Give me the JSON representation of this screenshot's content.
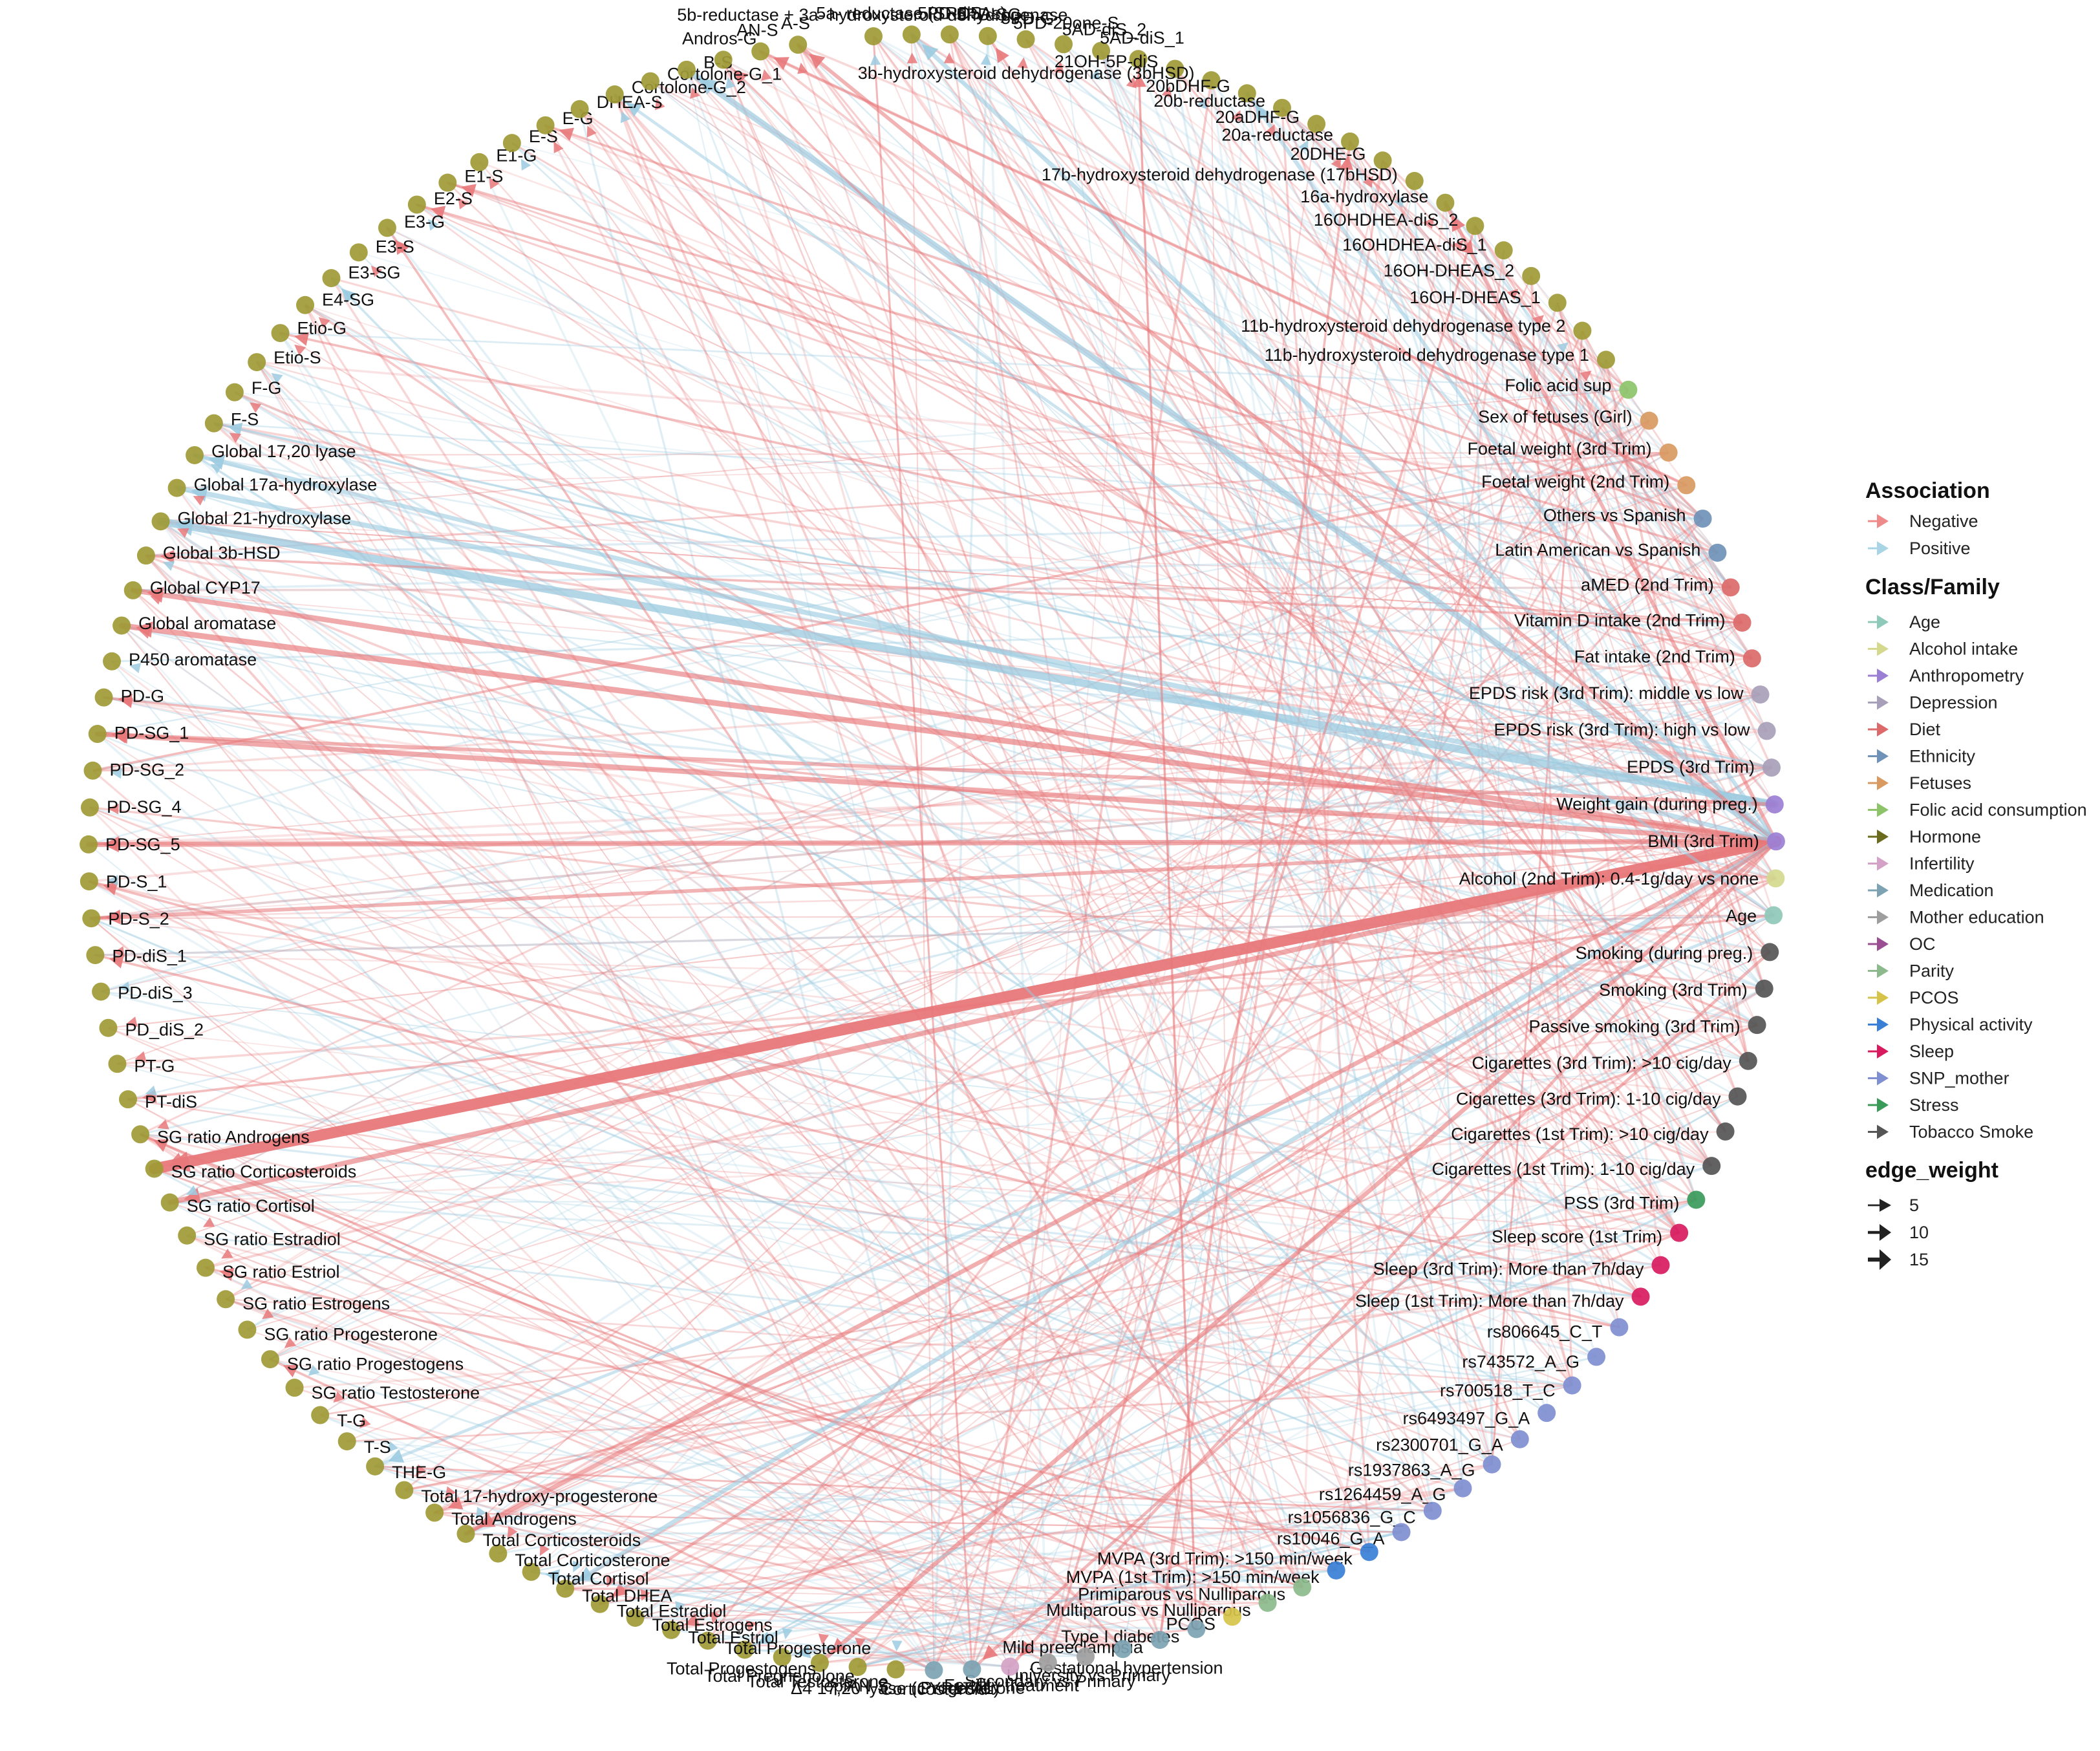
{
  "colors": {
    "negative": "#e8787a",
    "positive": "#9ccbe0",
    "hormone": "#9e9a35"
  },
  "legend": {
    "association_title": "Association",
    "association_items": [
      {
        "label": "Negative",
        "color": "#ef8a8a"
      },
      {
        "label": "Positive",
        "color": "#a9d4e6"
      }
    ],
    "class_title": "Class/Family",
    "class_items": [
      {
        "label": "Age",
        "color": "#8fc9b9"
      },
      {
        "label": "Alcohol intake",
        "color": "#d4d98e"
      },
      {
        "label": "Anthropometry",
        "color": "#9b7fd4"
      },
      {
        "label": "Depression",
        "color": "#a89fb8"
      },
      {
        "label": "Diet",
        "color": "#dc6a6a"
      },
      {
        "label": "Ethnicity",
        "color": "#6f92b8"
      },
      {
        "label": "Fetuses",
        "color": "#d99a62"
      },
      {
        "label": "Folic acid consumption",
        "color": "#8dc46a"
      },
      {
        "label": "Hormone",
        "color": "#6b6b1e"
      },
      {
        "label": "Infertility",
        "color": "#d4a2c6"
      },
      {
        "label": "Medication",
        "color": "#7da3b3"
      },
      {
        "label": "Mother education",
        "color": "#9e9e9e"
      },
      {
        "label": "OC",
        "color": "#9a4f92"
      },
      {
        "label": "Parity",
        "color": "#8cba8c"
      },
      {
        "label": "PCOS",
        "color": "#d6c44a"
      },
      {
        "label": "Physical activity",
        "color": "#3a7fd6"
      },
      {
        "label": "Sleep",
        "color": "#d81b5f"
      },
      {
        "label": "SNP_mother",
        "color": "#7f8fd1"
      },
      {
        "label": "Stress",
        "color": "#3a9a5a"
      },
      {
        "label": "Tobacco Smoke",
        "color": "#555555"
      }
    ],
    "weight_title": "edge_weight",
    "weight_items": [
      {
        "label": "5",
        "weight": 5
      },
      {
        "label": "10",
        "weight": 10
      },
      {
        "label": "15",
        "weight": 15
      }
    ]
  },
  "nodes": [
    {
      "label": "5b-reductase + 3a- hydroxysteroid dehydrogenase",
      "cls": "Hormone"
    },
    {
      "label": "5a- reductase (SRD5As)",
      "cls": "Hormone"
    },
    {
      "label": "5PD-diS",
      "cls": "Hormone"
    },
    {
      "label": "5PD-SG",
      "cls": "Hormone"
    },
    {
      "label": "5PD-G",
      "cls": "Hormone"
    },
    {
      "label": "5PD-20one-S",
      "cls": "Hormone"
    },
    {
      "label": "5AD-diS_2",
      "cls": "Hormone"
    },
    {
      "label": "5AD-diS_1",
      "cls": "Hormone"
    },
    {
      "label": "21OH-5P-diS",
      "cls": "Hormone"
    },
    {
      "label": "3b-hydroxysteroid dehydrogenase (3bHSD)",
      "cls": "Hormone"
    },
    {
      "label": "20bDHF-G",
      "cls": "Hormone"
    },
    {
      "label": "20b-reductase",
      "cls": "Hormone"
    },
    {
      "label": "20aDHF-G",
      "cls": "Hormone"
    },
    {
      "label": "20a-reductase",
      "cls": "Hormone"
    },
    {
      "label": "20DHE-G",
      "cls": "Hormone"
    },
    {
      "label": "17b-hydroxysteroid dehydrogenase (17bHSD)",
      "cls": "Hormone"
    },
    {
      "label": "16a-hydroxylase",
      "cls": "Hormone"
    },
    {
      "label": "16OHDHEA-diS_2",
      "cls": "Hormone"
    },
    {
      "label": "16OHDHEA-diS_1",
      "cls": "Hormone"
    },
    {
      "label": "16OH-DHEAS_2",
      "cls": "Hormone"
    },
    {
      "label": "16OH-DHEAS_1",
      "cls": "Hormone"
    },
    {
      "label": "11b-hydroxysteroid dehydrogenase type 2",
      "cls": "Hormone"
    },
    {
      "label": "11b-hydroxysteroid dehydrogenase type 1",
      "cls": "Hormone"
    },
    {
      "label": "Folic acid sup",
      "cls": "Folic acid consumption"
    },
    {
      "label": "Sex of fetuses (Girl)",
      "cls": "Fetuses"
    },
    {
      "label": "Foetal weight (3rd Trim)",
      "cls": "Fetuses"
    },
    {
      "label": "Foetal weight (2nd Trim)",
      "cls": "Fetuses"
    },
    {
      "label": "Others vs Spanish",
      "cls": "Ethnicity"
    },
    {
      "label": "Latin American vs Spanish",
      "cls": "Ethnicity"
    },
    {
      "label": "aMED (2nd Trim)",
      "cls": "Diet"
    },
    {
      "label": "Vitamin D intake (2nd Trim)",
      "cls": "Diet"
    },
    {
      "label": "Fat intake (2nd Trim)",
      "cls": "Diet"
    },
    {
      "label": "EPDS risk (3rd Trim): middle vs low",
      "cls": "Depression"
    },
    {
      "label": "EPDS risk (3rd Trim): high vs low",
      "cls": "Depression"
    },
    {
      "label": "EPDS (3rd Trim)",
      "cls": "Depression"
    },
    {
      "label": "Weight gain (during preg.)",
      "cls": "Anthropometry"
    },
    {
      "label": "BMI (3rd Trim)",
      "cls": "Anthropometry"
    },
    {
      "label": "Alcohol (2nd Trim): 0.4-1g/day vs none",
      "cls": "Alcohol intake"
    },
    {
      "label": "Age",
      "cls": "Age"
    },
    {
      "label": "Smoking (during preg.)",
      "cls": "Tobacco Smoke"
    },
    {
      "label": "Smoking (3rd Trim)",
      "cls": "Tobacco Smoke"
    },
    {
      "label": "Passive smoking (3rd Trim)",
      "cls": "Tobacco Smoke"
    },
    {
      "label": "Cigarettes (3rd Trim): >10 cig/day",
      "cls": "Tobacco Smoke"
    },
    {
      "label": "Cigarettes (3rd Trim): 1-10 cig/day",
      "cls": "Tobacco Smoke"
    },
    {
      "label": "Cigarettes (1st Trim): >10 cig/day",
      "cls": "Tobacco Smoke"
    },
    {
      "label": "Cigarettes (1st Trim): 1-10 cig/day",
      "cls": "Tobacco Smoke"
    },
    {
      "label": "PSS (3rd Trim)",
      "cls": "Stress"
    },
    {
      "label": "Sleep score (1st Trim)",
      "cls": "Sleep"
    },
    {
      "label": "Sleep (3rd Trim): More than 7h/day",
      "cls": "Sleep"
    },
    {
      "label": "Sleep (1st Trim): More than 7h/day",
      "cls": "Sleep"
    },
    {
      "label": "rs806645_C_T",
      "cls": "SNP_mother"
    },
    {
      "label": "rs743572_A_G",
      "cls": "SNP_mother"
    },
    {
      "label": "rs700518_T_C",
      "cls": "SNP_mother"
    },
    {
      "label": "rs6493497_G_A",
      "cls": "SNP_mother"
    },
    {
      "label": "rs2300701_G_A",
      "cls": "SNP_mother"
    },
    {
      "label": "rs1937863_A_G",
      "cls": "SNP_mother"
    },
    {
      "label": "rs1264459_A_G",
      "cls": "SNP_mother"
    },
    {
      "label": "rs1056836_G_C",
      "cls": "SNP_mother"
    },
    {
      "label": "rs10046_G_A",
      "cls": "SNP_mother"
    },
    {
      "label": "MVPA (3rd Trim): >150 min/week",
      "cls": "Physical activity"
    },
    {
      "label": "MVPA (1st Trim): >150 min/week",
      "cls": "Physical activity"
    },
    {
      "label": "Primiparous vs Nulliparous",
      "cls": "Parity"
    },
    {
      "label": "Multiparous vs Nulliparous",
      "cls": "Parity"
    },
    {
      "label": "PCOS",
      "cls": "PCOS"
    },
    {
      "label": "Type I diabetes",
      "cls": "Medication"
    },
    {
      "label": "Mild preeclampsia",
      "cls": "Medication"
    },
    {
      "label": "Gestational hypertension",
      "cls": "Medication"
    },
    {
      "label": "University vs Primary",
      "cls": "Mother education"
    },
    {
      "label": "Secondary vs Primary",
      "cls": "Mother education"
    },
    {
      "label": "Fertility treatment",
      "cls": "Infertility"
    },
    {
      "label": "Progesterone",
      "cls": "Medication"
    },
    {
      "label": "Corticosteroid",
      "cls": "Medication"
    },
    {
      "label": "Δ4 17,20 lyase (CYP17A1)",
      "cls": "Hormone"
    },
    {
      "label": "epiAN-S",
      "cls": "Hormone"
    },
    {
      "label": "Total Testosterone",
      "cls": "Hormone"
    },
    {
      "label": "Total Pregnenolone",
      "cls": "Hormone"
    },
    {
      "label": "Total Progestogens",
      "cls": "Hormone"
    },
    {
      "label": "Total Progesterone",
      "cls": "Hormone"
    },
    {
      "label": "Total Estriol",
      "cls": "Hormone"
    },
    {
      "label": "Total Estrogens",
      "cls": "Hormone"
    },
    {
      "label": "Total Estradiol",
      "cls": "Hormone"
    },
    {
      "label": "Total DHEA",
      "cls": "Hormone"
    },
    {
      "label": "Total Cortisol",
      "cls": "Hormone"
    },
    {
      "label": "Total Corticosterone",
      "cls": "Hormone"
    },
    {
      "label": "Total Corticosteroids",
      "cls": "Hormone"
    },
    {
      "label": "Total Androgens",
      "cls": "Hormone"
    },
    {
      "label": "Total 17-hydroxy-progesterone",
      "cls": "Hormone"
    },
    {
      "label": "THE-G",
      "cls": "Hormone"
    },
    {
      "label": "T-S",
      "cls": "Hormone"
    },
    {
      "label": "T-G",
      "cls": "Hormone"
    },
    {
      "label": "SG ratio Testosterone",
      "cls": "Hormone"
    },
    {
      "label": "SG ratio Progestogens",
      "cls": "Hormone"
    },
    {
      "label": "SG ratio Progesterone",
      "cls": "Hormone"
    },
    {
      "label": "SG ratio Estrogens",
      "cls": "Hormone"
    },
    {
      "label": "SG ratio Estriol",
      "cls": "Hormone"
    },
    {
      "label": "SG ratio Estradiol",
      "cls": "Hormone"
    },
    {
      "label": "SG ratio Cortisol",
      "cls": "Hormone"
    },
    {
      "label": "SG ratio Corticosteroids",
      "cls": "Hormone"
    },
    {
      "label": "SG ratio Androgens",
      "cls": "Hormone"
    },
    {
      "label": "PT-diS",
      "cls": "Hormone"
    },
    {
      "label": "PT-G",
      "cls": "Hormone"
    },
    {
      "label": "PD_diS_2",
      "cls": "Hormone"
    },
    {
      "label": "PD-diS_3",
      "cls": "Hormone"
    },
    {
      "label": "PD-diS_1",
      "cls": "Hormone"
    },
    {
      "label": "PD-S_2",
      "cls": "Hormone"
    },
    {
      "label": "PD-S_1",
      "cls": "Hormone"
    },
    {
      "label": "PD-SG_5",
      "cls": "Hormone"
    },
    {
      "label": "PD-SG_4",
      "cls": "Hormone"
    },
    {
      "label": "PD-SG_2",
      "cls": "Hormone"
    },
    {
      "label": "PD-SG_1",
      "cls": "Hormone"
    },
    {
      "label": "PD-G",
      "cls": "Hormone"
    },
    {
      "label": "P450 aromatase",
      "cls": "Hormone"
    },
    {
      "label": "Global aromatase",
      "cls": "Hormone"
    },
    {
      "label": "Global CYP17",
      "cls": "Hormone"
    },
    {
      "label": "Global 3b-HSD",
      "cls": "Hormone"
    },
    {
      "label": "Global 21-hydroxylase",
      "cls": "Hormone"
    },
    {
      "label": "Global 17a-hydroxylase",
      "cls": "Hormone"
    },
    {
      "label": "Global 17,20 lyase",
      "cls": "Hormone"
    },
    {
      "label": "F-S",
      "cls": "Hormone"
    },
    {
      "label": "F-G",
      "cls": "Hormone"
    },
    {
      "label": "Etio-S",
      "cls": "Hormone"
    },
    {
      "label": "Etio-G",
      "cls": "Hormone"
    },
    {
      "label": "E4-SG",
      "cls": "Hormone"
    },
    {
      "label": "E3-SG",
      "cls": "Hormone"
    },
    {
      "label": "E3-S",
      "cls": "Hormone"
    },
    {
      "label": "E3-G",
      "cls": "Hormone"
    },
    {
      "label": "E2-S",
      "cls": "Hormone"
    },
    {
      "label": "E1-S",
      "cls": "Hormone"
    },
    {
      "label": "E1-G",
      "cls": "Hormone"
    },
    {
      "label": "E-S",
      "cls": "Hormone"
    },
    {
      "label": "E-G",
      "cls": "Hormone"
    },
    {
      "label": "DHEA-S",
      "cls": "Hormone"
    },
    {
      "label": "Cortolone-G_2",
      "cls": "Hormone"
    },
    {
      "label": "Cortolone-G_1",
      "cls": "Hormone"
    },
    {
      "label": "B-S",
      "cls": "Hormone"
    },
    {
      "label": "Andros-G",
      "cls": "Hormone"
    },
    {
      "label": "AN-S",
      "cls": "Hormone"
    },
    {
      "label": "A-S",
      "cls": "Hormone"
    }
  ],
  "edges": [
    {
      "from": "BMI (3rd Trim)",
      "to": "SG ratio Corticosteroids",
      "sign": "negative",
      "weight": 15
    },
    {
      "from": "Weight gain (during preg.)",
      "to": "Global 21-hydroxylase",
      "sign": "positive",
      "weight": 10
    },
    {
      "from": "BMI (3rd Trim)",
      "to": "B-S",
      "sign": "positive",
      "weight": 8
    },
    {
      "from": "BMI (3rd Trim)",
      "to": "Global aromatase",
      "sign": "negative",
      "weight": 7
    },
    {
      "from": "BMI (3rd Trim)",
      "to": "Global CYP17",
      "sign": "negative",
      "weight": 6
    },
    {
      "from": "BMI (3rd Trim)",
      "to": "PD-SG_1",
      "sign": "negative",
      "weight": 6
    },
    {
      "from": "BMI (3rd Trim)",
      "to": "PD-SG_5",
      "sign": "negative",
      "weight": 6
    },
    {
      "from": "BMI (3rd Trim)",
      "to": "SG ratio Cortisol",
      "sign": "negative",
      "weight": 6
    },
    {
      "from": "BMI (3rd Trim)",
      "to": "Total Corticosteroids",
      "sign": "negative",
      "weight": 5
    },
    {
      "from": "BMI (3rd Trim)",
      "to": "Total Testosterone",
      "sign": "negative",
      "weight": 5
    },
    {
      "from": "BMI (3rd Trim)",
      "to": "Global 17,20 lyase",
      "sign": "positive",
      "weight": 5
    },
    {
      "from": "Weight gain (during preg.)",
      "to": "Global 17a-hydroxylase",
      "sign": "positive",
      "weight": 6
    },
    {
      "from": "BMI (3rd Trim)",
      "to": "Total DHEA",
      "sign": "positive",
      "weight": 5
    },
    {
      "from": "BMI (3rd Trim)",
      "to": "A-S",
      "sign": "negative",
      "weight": 4
    },
    {
      "from": "BMI (3rd Trim)",
      "to": "5a- reductase (SRD5As)",
      "sign": "positive",
      "weight": 5
    },
    {
      "from": "BMI (3rd Trim)",
      "to": "PD-S_2",
      "sign": "negative",
      "weight": 4
    },
    {
      "from": "Weight gain (during preg.)",
      "to": "PD-SG_1",
      "sign": "negative",
      "weight": 4
    },
    {
      "from": "BMI (3rd Trim)",
      "to": "16a-hydroxylase",
      "sign": "negative",
      "weight": 4
    },
    {
      "from": "BMI (3rd Trim)",
      "to": "20bDHF-G",
      "sign": "positive",
      "weight": 4
    },
    {
      "from": "Age",
      "to": "Cortolone-G_2",
      "sign": "positive",
      "weight": 3
    },
    {
      "from": "Age",
      "to": "THE-G",
      "sign": "positive",
      "weight": 3
    },
    {
      "from": "BMI (3rd Trim)",
      "to": "Fertility treatment",
      "sign": "negative",
      "weight": 3
    },
    {
      "from": "BMI (3rd Trim)",
      "to": "Total Estradiol",
      "sign": "negative",
      "weight": 3
    },
    {
      "from": "Smoking (during preg.)",
      "to": "Progesterone",
      "sign": "negative",
      "weight": 3
    },
    {
      "from": "Sleep score (1st Trim)",
      "to": "Total Estriol",
      "sign": "negative",
      "weight": 2
    },
    {
      "from": "rs10046_G_A",
      "to": "Total Pregnenolone",
      "sign": "positive",
      "weight": 2
    },
    {
      "from": "Foetal weight (2nd Trim)",
      "to": "AN-S",
      "sign": "negative",
      "weight": 3
    },
    {
      "from": "Others vs Spanish",
      "to": "E-G",
      "sign": "negative",
      "weight": 2
    },
    {
      "from": "Fat intake (2nd Trim)",
      "to": "Etio-G",
      "sign": "negative",
      "weight": 2
    },
    {
      "from": "Cigarettes (3rd Trim): >10 cig/day",
      "to": "Andros-G",
      "sign": "negative",
      "weight": 2
    },
    {
      "from": "EPDS (3rd Trim)",
      "to": "F-S",
      "sign": "positive",
      "weight": 2
    },
    {
      "from": "Latin American vs Spanish",
      "to": "E1-S",
      "sign": "negative",
      "weight": 2
    },
    {
      "from": "MVPA (3rd Trim): >150 min/week",
      "to": "SG ratio Estriol",
      "sign": "negative",
      "weight": 2
    },
    {
      "from": "Age",
      "to": "PT-diS",
      "sign": "negative",
      "weight": 2
    },
    {
      "from": "Passive smoking (3rd Trim)",
      "to": "Total Androgens",
      "sign": "negative",
      "weight": 2
    },
    {
      "from": "Sleep (1st Trim): More than 7h/day",
      "to": "PD-S_1",
      "sign": "negative",
      "weight": 2
    },
    {
      "from": "Primiparous vs Nulliparous",
      "to": "E3-G",
      "sign": "negative",
      "weight": 2
    },
    {
      "from": "PCOS",
      "to": "SG ratio Androgens",
      "sign": "negative",
      "weight": 2
    },
    {
      "from": "University vs Primary",
      "to": "Total Cortisol",
      "sign": "positive",
      "weight": 2
    },
    {
      "from": "rs806645_C_T",
      "to": "PD-diS_1",
      "sign": "negative",
      "weight": 2
    },
    {
      "from": "Vitamin D intake (2nd Trim)",
      "to": "Global 3b-HSD",
      "sign": "negative",
      "weight": 2
    },
    {
      "from": "aMED (2nd Trim)",
      "to": "E2-S",
      "sign": "negative",
      "weight": 2
    },
    {
      "from": "Alcohol (2nd Trim): 0.4-1g/day vs none",
      "to": "PD-G",
      "sign": "negative",
      "weight": 2
    },
    {
      "from": "Cigarettes (1st Trim): >10 cig/day",
      "to": "5PD-SG",
      "sign": "negative",
      "weight": 2
    },
    {
      "from": "Type I diabetes",
      "to": "5AD-diS_1",
      "sign": "negative",
      "weight": 2
    },
    {
      "from": "Secondary vs Primary",
      "to": "16OHDHEA-diS_2",
      "sign": "negative",
      "weight": 2
    },
    {
      "from": "Mild preeclampsia",
      "to": "20a-reductase",
      "sign": "negative",
      "weight": 2
    },
    {
      "from": "Corticosteroid",
      "to": "SG ratio Progestogens",
      "sign": "negative",
      "weight": 2
    },
    {
      "from": "rs1937863_A_G",
      "to": "E3-SG",
      "sign": "positive",
      "weight": 2
    },
    {
      "from": "PSS (3rd Trim)",
      "to": "Total Progestogens",
      "sign": "positive",
      "weight": 2
    }
  ]
}
